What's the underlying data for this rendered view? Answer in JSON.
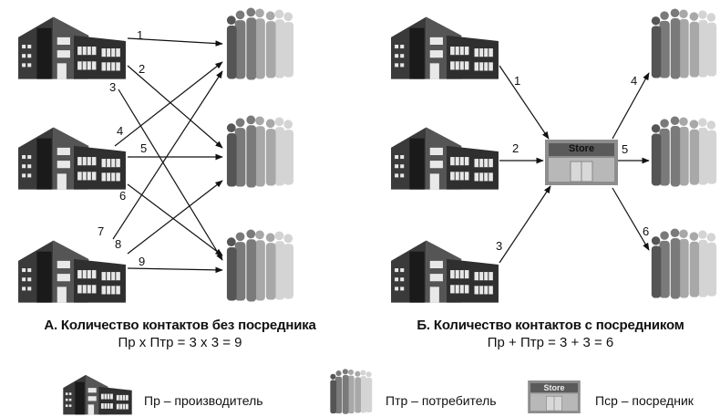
{
  "panel_a": {
    "title": "А. Количество контактов без посредника",
    "formula": "Пр х Птр = 3 х 3 = 9",
    "arrow_labels": [
      "1",
      "2",
      "3",
      "4",
      "5",
      "6",
      "7",
      "8",
      "9"
    ]
  },
  "panel_b": {
    "title": "Б. Количество контактов с посредником",
    "formula": "Пр + Птр = 3 + 3 = 6",
    "arrow_labels": [
      "1",
      "2",
      "3",
      "4",
      "5",
      "6"
    ],
    "store_label": "Store"
  },
  "legend": {
    "producer": "Пр – производитель",
    "consumer": "Птр – потребитель",
    "intermediary": "Пср – посредник",
    "store_label": "Store"
  },
  "colors": {
    "building": "#3a3a3a",
    "crowd_dark": "#6a6a6a",
    "crowd_light": "#c8c8c8",
    "arrow": "#111111",
    "store": "#9a9a9a"
  }
}
